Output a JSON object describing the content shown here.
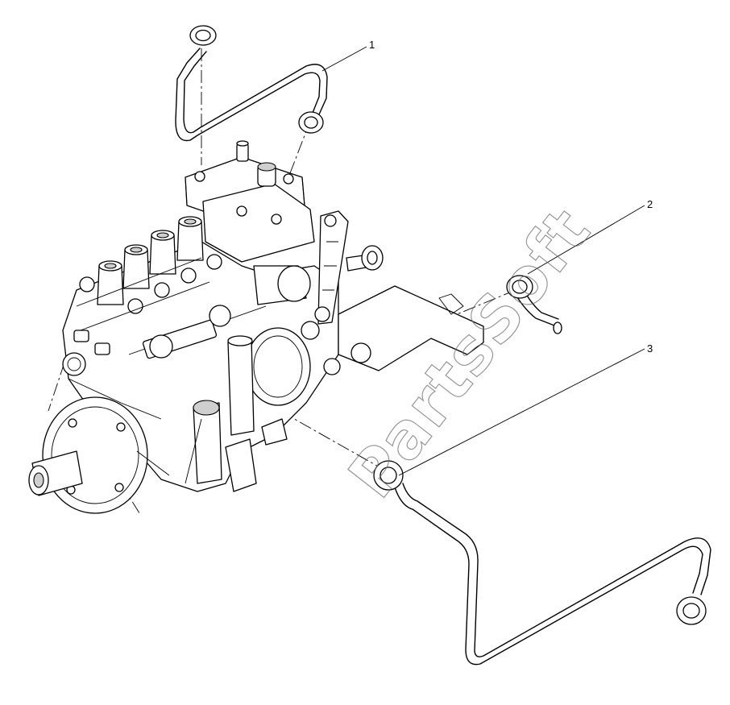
{
  "diagram": {
    "callouts": [
      {
        "id": "1",
        "label": "1"
      },
      {
        "id": "2",
        "label": "2"
      },
      {
        "id": "3",
        "label": "3"
      }
    ],
    "watermark": "PartsSoft"
  }
}
